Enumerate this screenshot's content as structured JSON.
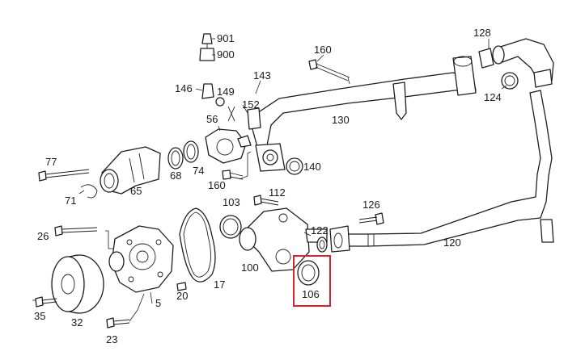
{
  "callouts": {
    "c901": "901",
    "c900": "900",
    "c146": "146",
    "c149": "149",
    "c143": "143",
    "c152": "152",
    "c56": "56",
    "c160a": "160",
    "c160b": "160",
    "c128": "128",
    "c124": "124",
    "c130": "130",
    "c140": "140",
    "c77": "77",
    "c68": "68",
    "c74": "74",
    "c65": "65",
    "c71": "71",
    "c103": "103",
    "c112": "112",
    "c126": "126",
    "c26": "26",
    "c122": "122",
    "c120": "120",
    "c100": "100",
    "c17": "17",
    "c106": "106",
    "c5": "5",
    "c20": "20",
    "c35": "35",
    "c32": "32",
    "c23": "23"
  },
  "highlight": {
    "part": "106",
    "color": "#d0262f"
  }
}
